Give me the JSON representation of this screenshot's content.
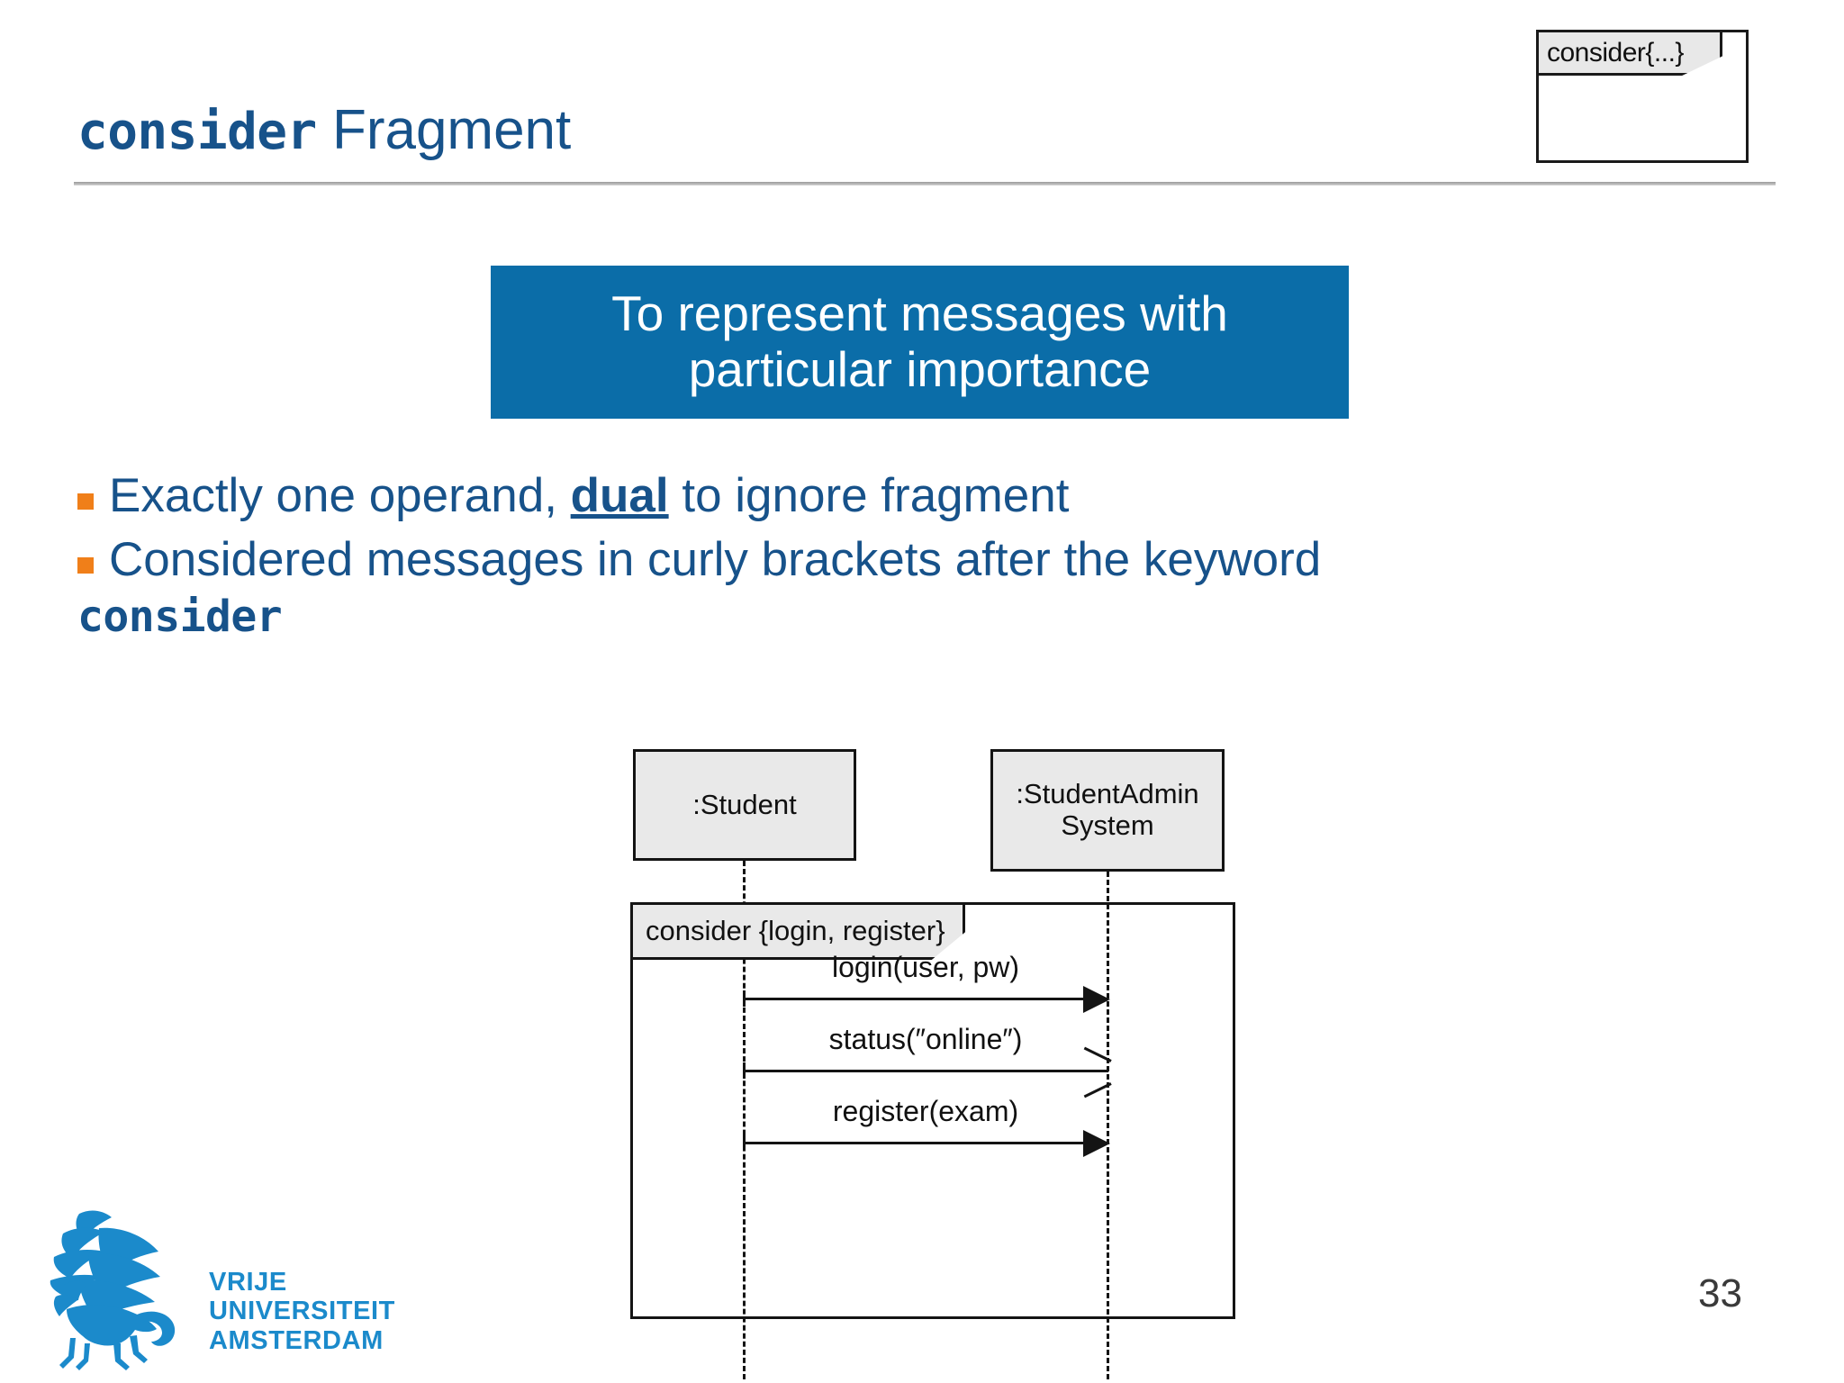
{
  "slide": {
    "title_keyword": "consider",
    "title_rest": " Fragment",
    "page_number": "33"
  },
  "corner_icon": {
    "name": "consider-fragment-icon",
    "label": "consider{...}"
  },
  "callout": {
    "text": "To represent messages with\nparticular importance",
    "background_color": "#0B6DA8",
    "text_color": "#FFFFFF"
  },
  "bullets": [
    {
      "marker": "orange-square-bullet",
      "prefix": "Exactly one operand, ",
      "emphasis": "dual",
      "suffix": " to ignore fragment"
    },
    {
      "marker": "orange-square-bullet",
      "prefix": "Considered messages in curly brackets after the keyword",
      "emphasis": "",
      "suffix": ""
    }
  ],
  "keyword_line": "consider",
  "diagram": {
    "type": "uml-sequence-diagram",
    "lifelines": [
      {
        "name": "student",
        "label": ":Student"
      },
      {
        "name": "student-admin-system",
        "label": ":StudentAdmin\nSystem"
      }
    ],
    "fragment": {
      "operator": "consider",
      "label": "consider {login, register}",
      "considered_messages": [
        "login",
        "register"
      ]
    },
    "messages": [
      {
        "label": "login(user, pw)",
        "from": "student",
        "to": "student-admin-system",
        "arrow": "filled"
      },
      {
        "label": "status(″online″)",
        "from": "student",
        "to": "student-admin-system",
        "arrow": "open"
      },
      {
        "label": "register(exam)",
        "from": "student",
        "to": "student-admin-system",
        "arrow": "filled"
      }
    ]
  },
  "logo": {
    "name": "vrije-universiteit-amsterdam-logo",
    "wordmark": "VRIJE\nUNIVERSITEIT\nAMSTERDAM",
    "color": "#1B8ACB"
  },
  "colors": {
    "title_blue": "#17528A",
    "accent_blue": "#0B6DA8",
    "bullet_orange": "#F07F19",
    "logo_blue": "#1B8ACB",
    "diagram_fill": "#E9E9E9",
    "diagram_stroke": "#141414"
  }
}
